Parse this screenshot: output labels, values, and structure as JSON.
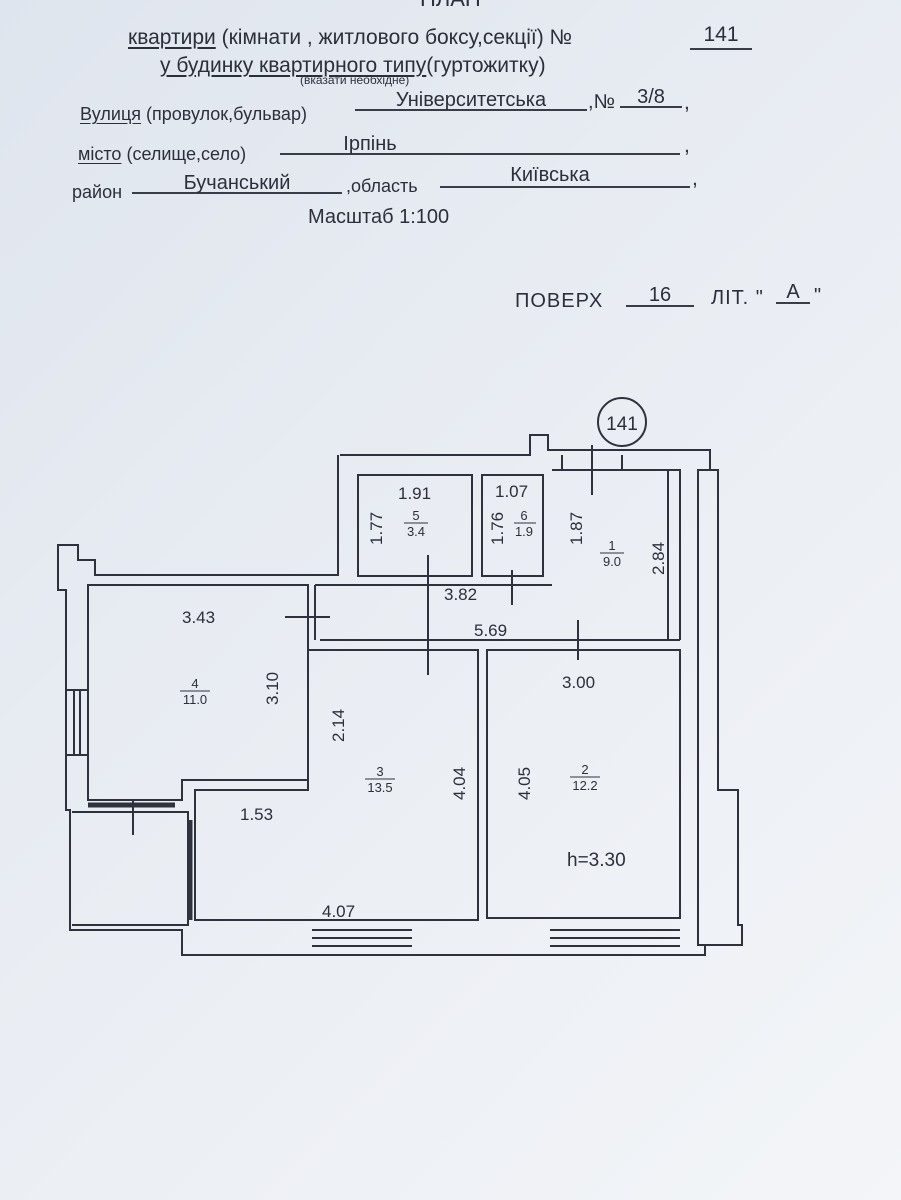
{
  "header": {
    "title_partial": "ПЛАН",
    "line1_prefix": "квартири",
    "line1_rest": "(кімнати , житлового  боксу,секції)  №",
    "apartment_no": "141",
    "line2_prefix": "у будинку квартирного типу",
    "line2_rest": "(гуртожитку)",
    "note": "(вказати необхідне)"
  },
  "address": {
    "street_label": "Вулиця",
    "street_label_rest": "(провулок,бульвар)",
    "street_value": "Університетська",
    "number_label": ",№",
    "number_value": "3/8",
    "city_label": "місто",
    "city_label_rest": "(селище,село)",
    "city_value": "Ірпінь",
    "district_label": "район",
    "district_value": "Бучанський",
    "region_label": ",область",
    "region_value": "Київська",
    "comma": ","
  },
  "scale": "Масштаб 1:100",
  "floor": {
    "floor_label": "ПОВЕРХ",
    "floor_value": "16",
    "lit_label": "ЛІТ. \"",
    "lit_value": "А",
    "lit_close": "\""
  },
  "plan": {
    "apartment_badge": "141",
    "height_note": "h=3.30",
    "rooms": [
      {
        "no": "1",
        "area": "9.0"
      },
      {
        "no": "2",
        "area": "12.2"
      },
      {
        "no": "3",
        "area": "13.5"
      },
      {
        "no": "4",
        "area": "11.0"
      },
      {
        "no": "5",
        "area": "3.4"
      },
      {
        "no": "6",
        "area": "1.9"
      }
    ],
    "dimensions": {
      "r5_w": "1.91",
      "r5_h": "1.77",
      "r6_w": "1.07",
      "r6_h": "1.76",
      "r1_h": "1.87",
      "r1_h2": "2.84",
      "corr1": "3.82",
      "corr2": "5.69",
      "r4_w": "3.43",
      "r4_h": "3.10",
      "r3_h1": "2.14",
      "r3_h2": "4.04",
      "r3_w": "4.07",
      "r2_w": "3.00",
      "r2_h": "4.05",
      "balcony_w": "1.53"
    }
  }
}
